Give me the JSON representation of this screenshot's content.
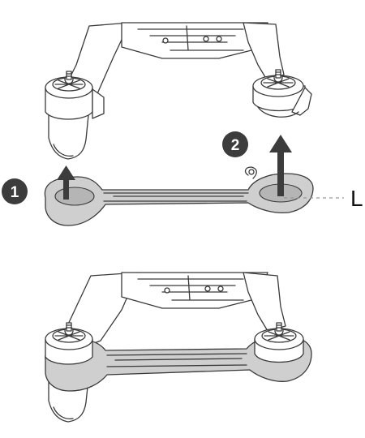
{
  "steps": [
    {
      "number": "1"
    },
    {
      "number": "2"
    }
  ],
  "callout": {
    "label": "L"
  },
  "colors": {
    "line": "#3a3a3a",
    "part_fill": "#cfcfcf",
    "badge": "#3c3c3c",
    "arrow": "#3c3c3c",
    "leader_line": "#999999"
  },
  "icons": [
    "arrow-up-icon",
    "arrow-up-icon"
  ]
}
